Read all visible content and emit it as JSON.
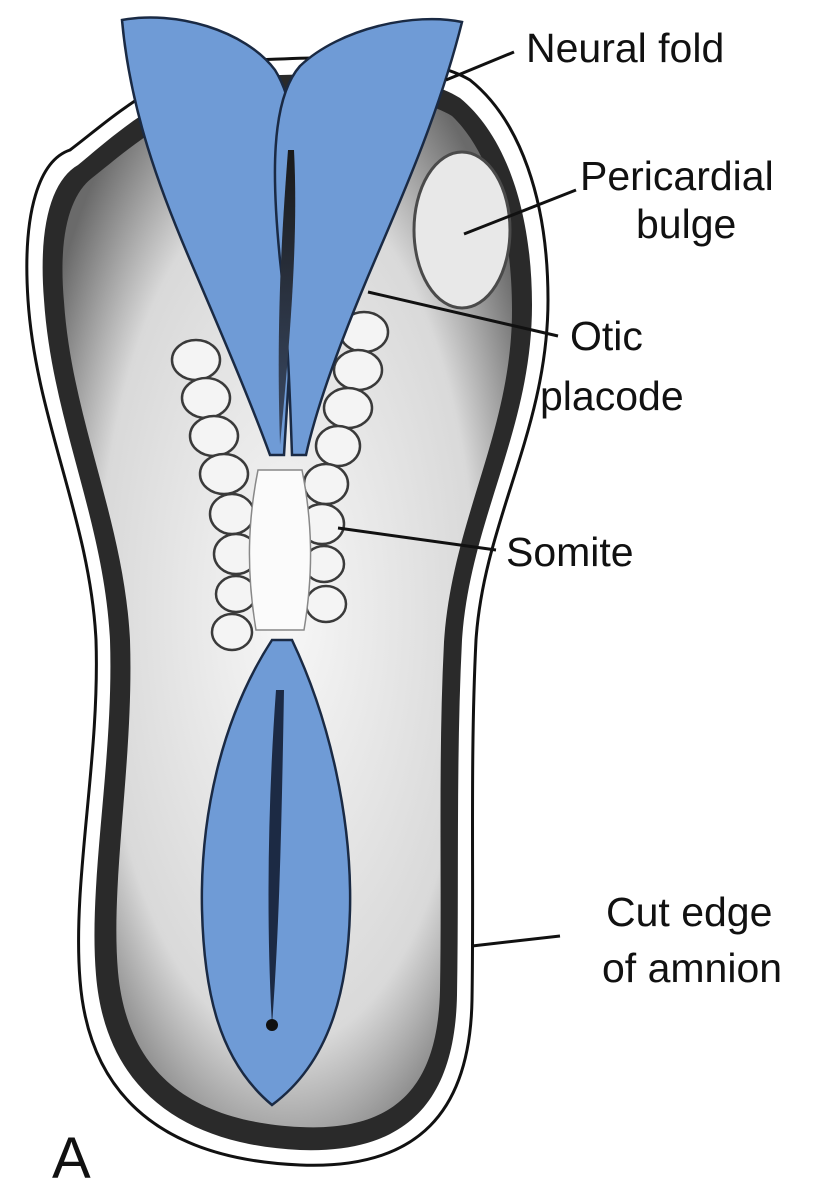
{
  "panel_letter": "A",
  "labels": {
    "neural_fold": "Neural fold",
    "pericardial_bulge_1": "Pericardial",
    "pericardial_bulge_2": "bulge",
    "otic_placode_1": "Otic",
    "otic_placode_2": "placode",
    "somite": "Somite",
    "cut_edge_1": "Cut edge",
    "cut_edge_2": "of amnion"
  },
  "colors": {
    "neural_tissue": "#6f9bd6",
    "outline": "#111111",
    "embryo_fill": "#f1f1f1",
    "shadow": "#2a2a2a"
  }
}
